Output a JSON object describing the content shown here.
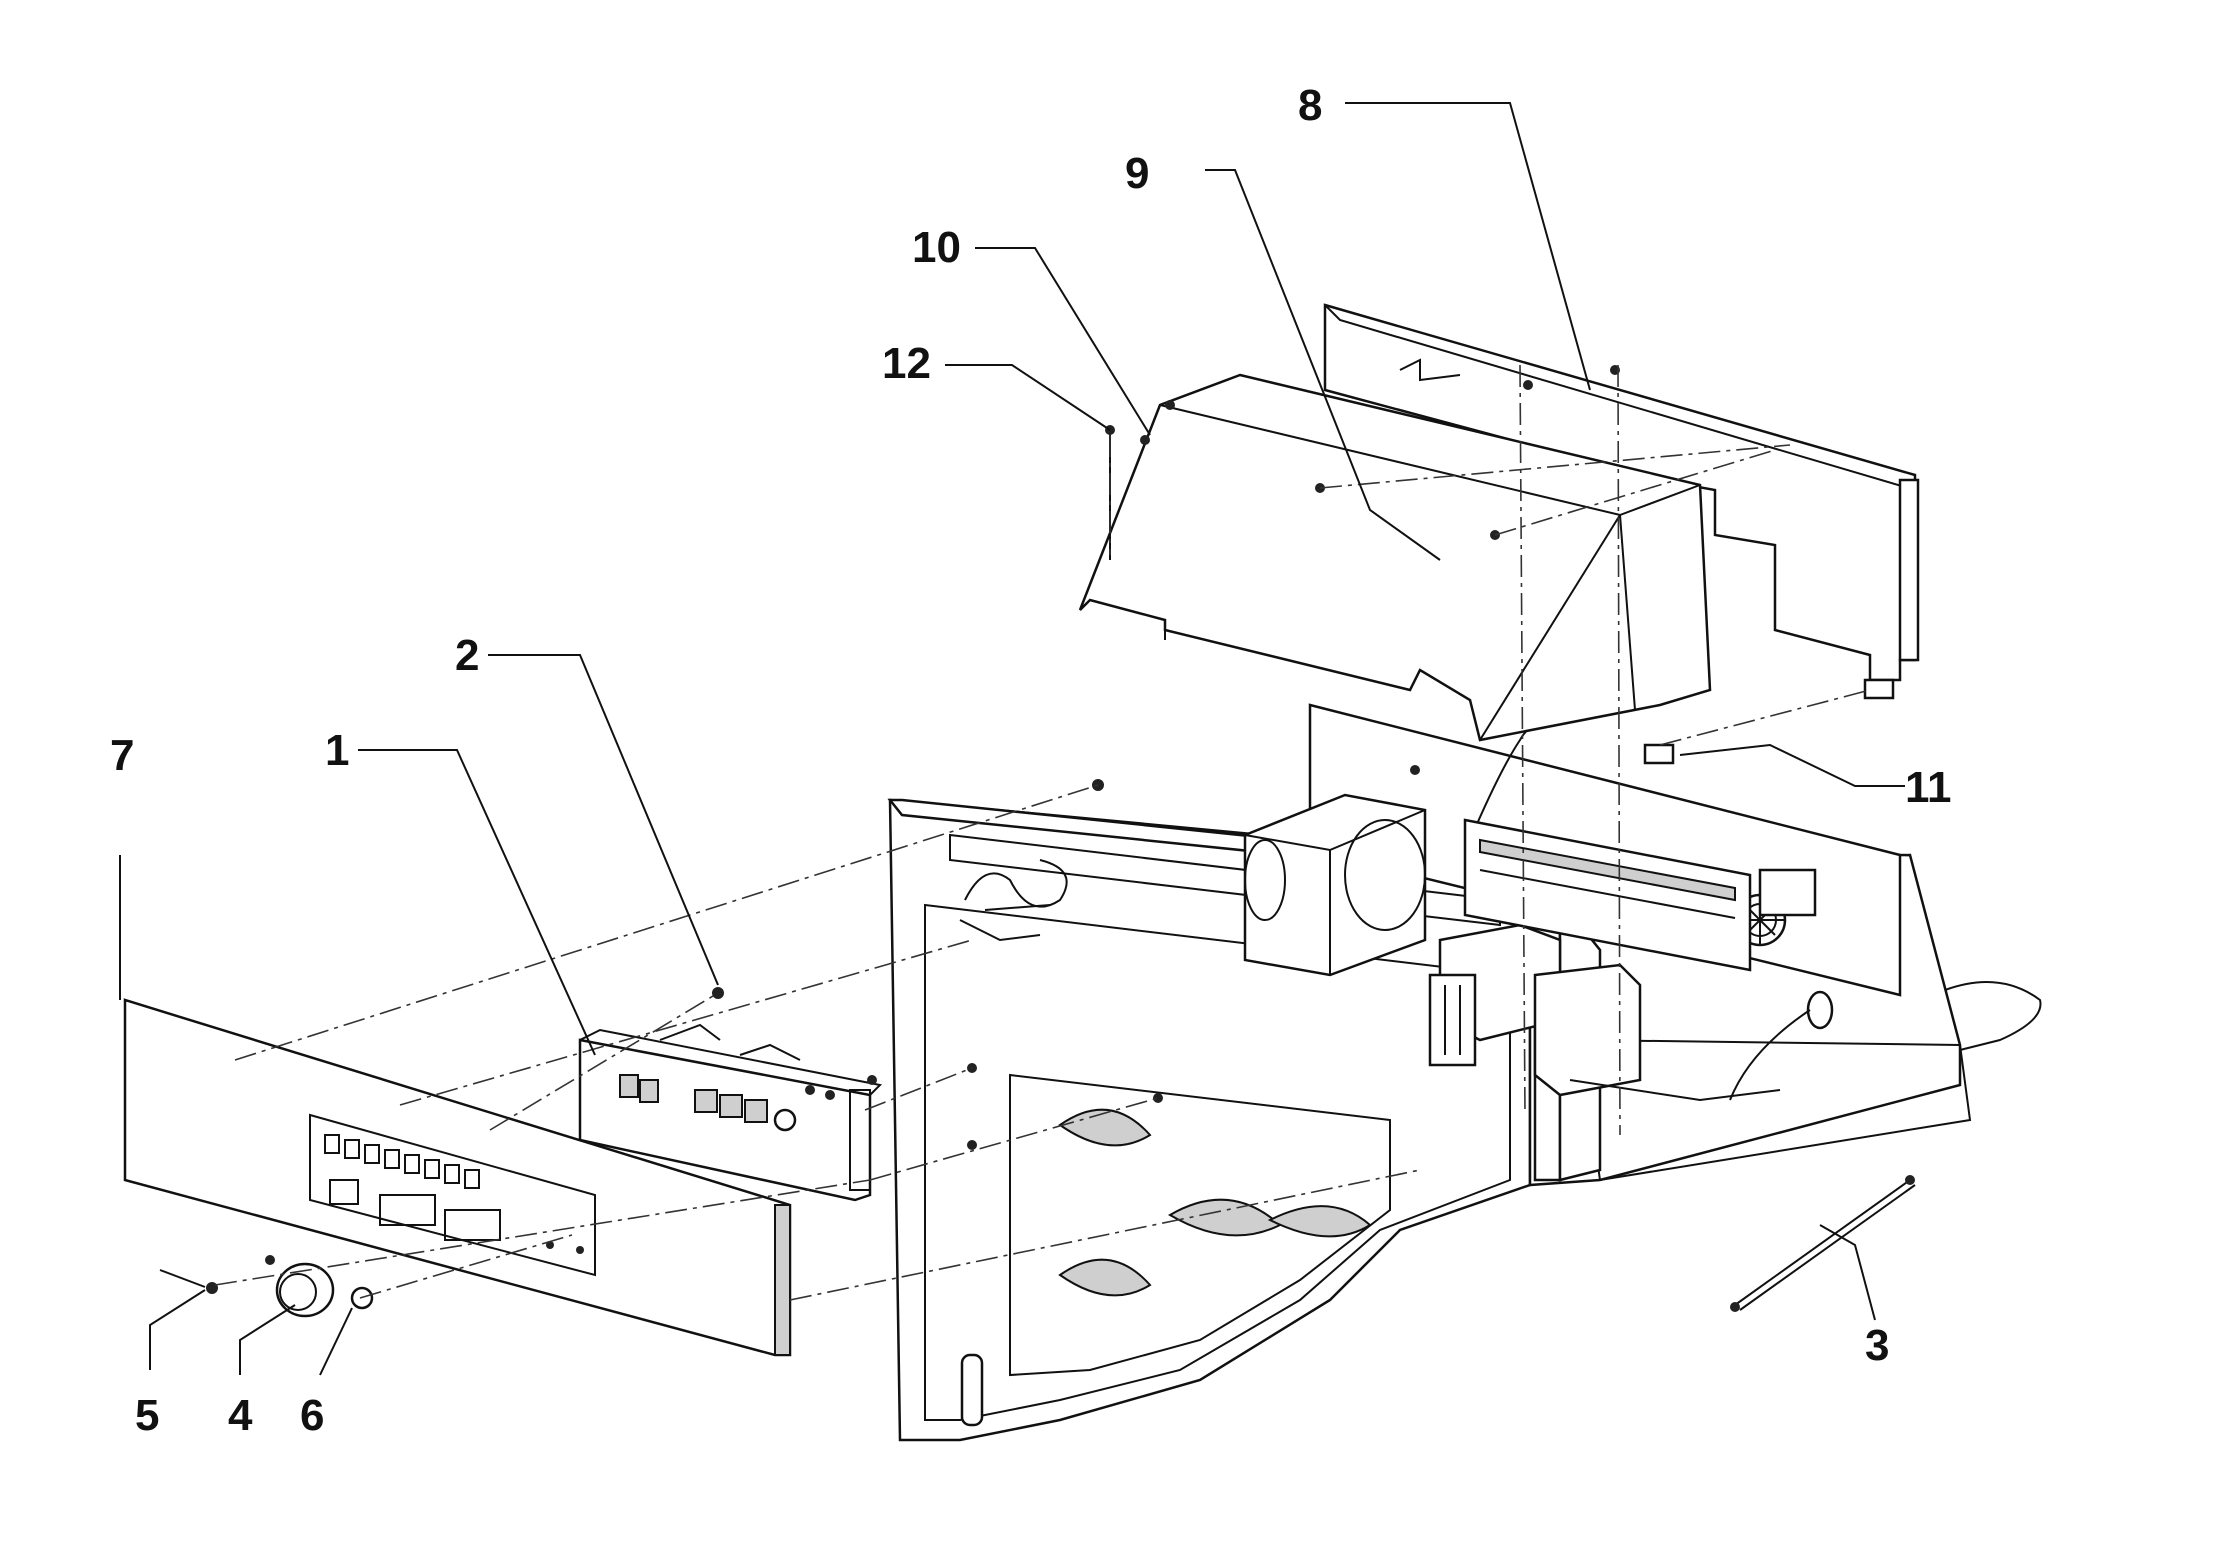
{
  "callouts": {
    "c1": "1",
    "c2": "2",
    "c3": "3",
    "c4": "4",
    "c5": "5",
    "c6": "6",
    "c7": "7",
    "c8": "8",
    "c9": "9",
    "c10": "10",
    "c11": "11",
    "c12": "12"
  },
  "colors": {
    "line": "#111111",
    "background": "#ffffff"
  }
}
